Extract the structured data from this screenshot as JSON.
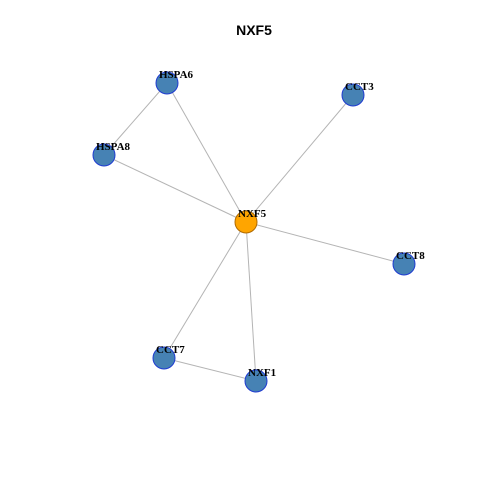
{
  "title": "NXF5",
  "nodes": [
    {
      "id": "NXF5",
      "label": "NXF5",
      "role": "center",
      "color": "#ffa500",
      "stroke": "#b06a00"
    },
    {
      "id": "HSPA6",
      "label": "HSPA6",
      "role": "neighbor",
      "color": "#4682b4",
      "stroke": "#1f3bd1"
    },
    {
      "id": "HSPA8",
      "label": "HSPA8",
      "role": "neighbor",
      "color": "#4682b4",
      "stroke": "#1f3bd1"
    },
    {
      "id": "CCT3",
      "label": "CCT3",
      "role": "neighbor",
      "color": "#4682b4",
      "stroke": "#1f3bd1"
    },
    {
      "id": "CCT8",
      "label": "CCT8",
      "role": "neighbor",
      "color": "#4682b4",
      "stroke": "#1f3bd1"
    },
    {
      "id": "CCT7",
      "label": "CCT7",
      "role": "neighbor",
      "color": "#4682b4",
      "stroke": "#1f3bd1"
    },
    {
      "id": "NXF1",
      "label": "NXF1",
      "role": "neighbor",
      "color": "#4682b4",
      "stroke": "#1f3bd1"
    }
  ],
  "edges": [
    {
      "source": "HSPA6",
      "target": "HSPA8"
    },
    {
      "source": "HSPA6",
      "target": "NXF5"
    },
    {
      "source": "HSPA8",
      "target": "NXF5"
    },
    {
      "source": "CCT3",
      "target": "NXF5"
    },
    {
      "source": "NXF5",
      "target": "CCT8"
    },
    {
      "source": "NXF5",
      "target": "CCT7"
    },
    {
      "source": "NXF5",
      "target": "NXF1"
    },
    {
      "source": "CCT7",
      "target": "NXF1"
    }
  ]
}
